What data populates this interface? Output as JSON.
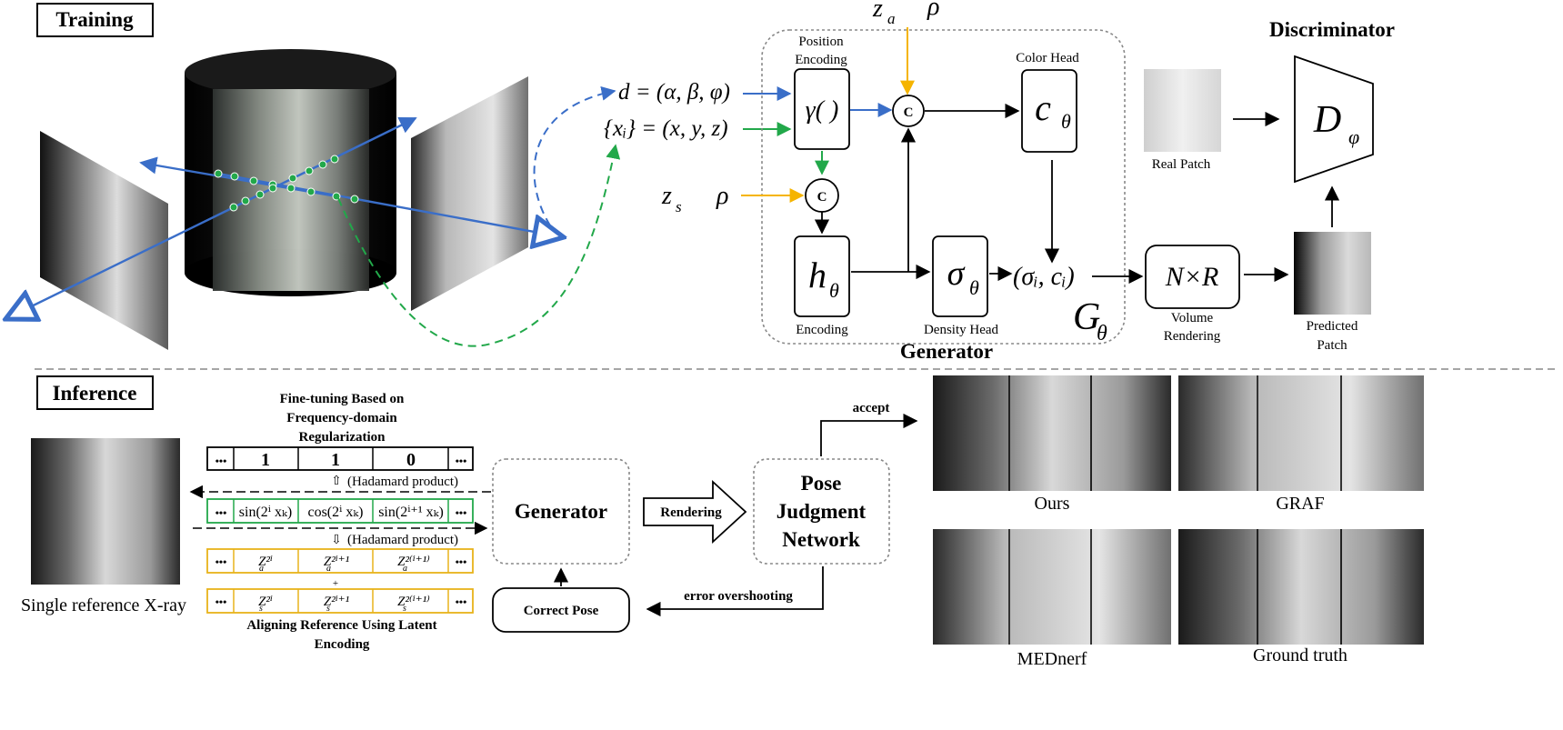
{
  "training": {
    "section_label": "Training",
    "view_dir": "d = (α, β, φ)",
    "points": "{xᵢ} = (x, y, z)",
    "z_a": "z",
    "z_a_sub": "a",
    "rho_top": "ρ",
    "z_s": "z",
    "z_s_sub": "s",
    "rho_left": "ρ",
    "position_encoding_label_1": "Position",
    "position_encoding_label_2": "Encoding",
    "gamma": "γ( )",
    "concat_symbol": "C",
    "color_head_label": "Color Head",
    "c_theta": "c",
    "theta": "θ",
    "h_theta": "h",
    "encoding_label": "Encoding",
    "sigma_theta": "σ",
    "density_head_label": "Density Head",
    "output_pair": "(σᵢ, cᵢ)",
    "generator_symbol": "G",
    "generator_label": "Generator",
    "volume_box": "N×R",
    "volume_label_1": "Volume",
    "volume_label_2": "Rendering",
    "discriminator_label": "Discriminator",
    "d_phi": "D",
    "phi": "φ",
    "real_patch_label": "Real Patch",
    "predicted_patch_label_1": "Predicted",
    "predicted_patch_label_2": "Patch"
  },
  "inference": {
    "section_label": "Inference",
    "reference_label": "Single reference X-ray",
    "finetune_title_1": "Fine-tuning Based on",
    "finetune_title_2": "Frequency-domain",
    "finetune_title_3": "Regularization",
    "ellipsis": "•••",
    "mask_values": [
      "1",
      "1",
      "0"
    ],
    "hadamard_label": "(Hadamard product)",
    "freq_cells": [
      "sin(2ⁱ xₖ)",
      "cos(2ⁱ xₖ)",
      "sin(2ⁱ⁺¹ xₖ)"
    ],
    "latent_a_cells": [
      "Z²ⁱ",
      "Z²ⁱ⁺¹",
      "Z²⁽ⁱ⁺¹⁾"
    ],
    "latent_a_sub": "a",
    "latent_s_cells": [
      "Z²ⁱ",
      "Z²ⁱ⁺¹",
      "Z²⁽ⁱ⁺¹⁾"
    ],
    "latent_s_sub": "s",
    "plus_symbol": "+",
    "align_title_1": "Aligning Reference Using Latent",
    "align_title_2": "Encoding",
    "generator_box": "Generator",
    "rendering_label": "Rendering",
    "pose_box_1": "Pose",
    "pose_box_2": "Judgment",
    "pose_box_3": "Network",
    "accept_label": "accept",
    "error_label": "error overshooting",
    "correct_pose_box": "Correct Pose",
    "results": [
      "Ours",
      "GRAF",
      "MEDnerf",
      "Ground truth"
    ]
  },
  "colors": {
    "blue": "#3a6ec8",
    "green": "#22a84a",
    "orange": "#f5b400",
    "yellow_box": "#e8b21a",
    "gray_dash": "#888888"
  }
}
